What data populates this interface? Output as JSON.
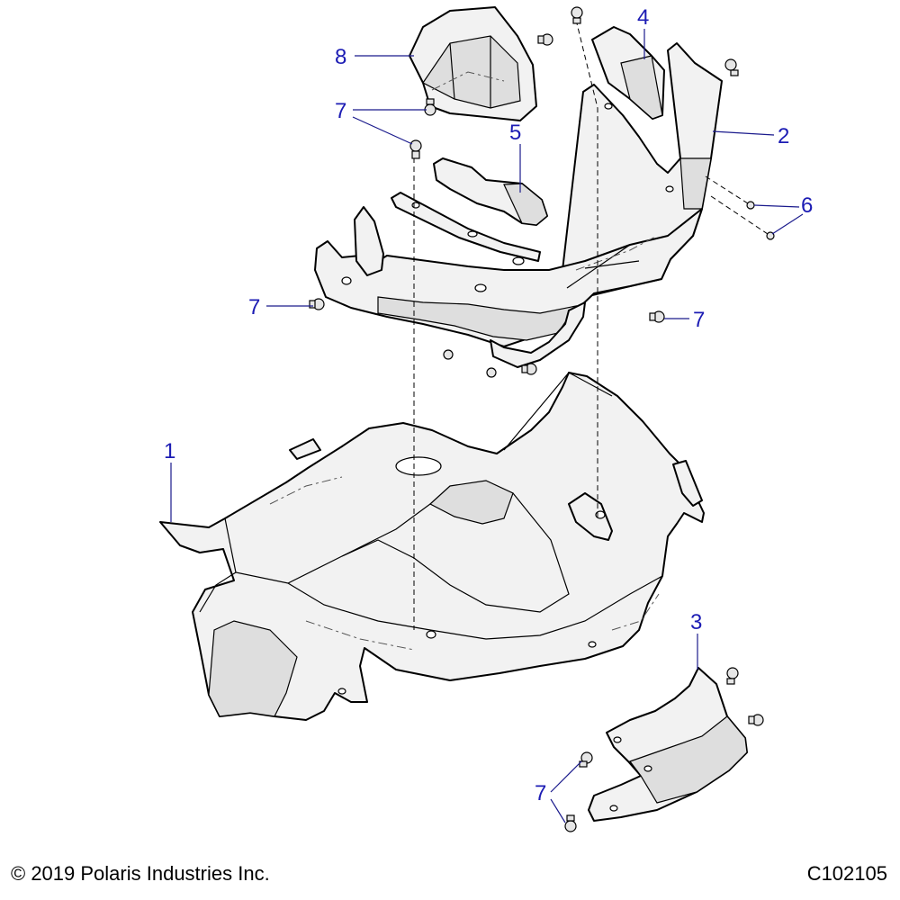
{
  "figure": {
    "copyright": "© 2019 Polaris Industries Inc.",
    "code": "C102105",
    "callouts": {
      "c1": "1",
      "c2": "2",
      "c3": "3",
      "c4": "4",
      "c5": "5",
      "c6": "6",
      "c7a": "7",
      "c7b": "7",
      "c7c": "7",
      "c7d": "7",
      "c8": "8"
    },
    "colors": {
      "callout": "#1c1cb4",
      "leader": "#1a1a8c",
      "part_fill": "#f2f2f2",
      "outline": "#000000"
    }
  }
}
